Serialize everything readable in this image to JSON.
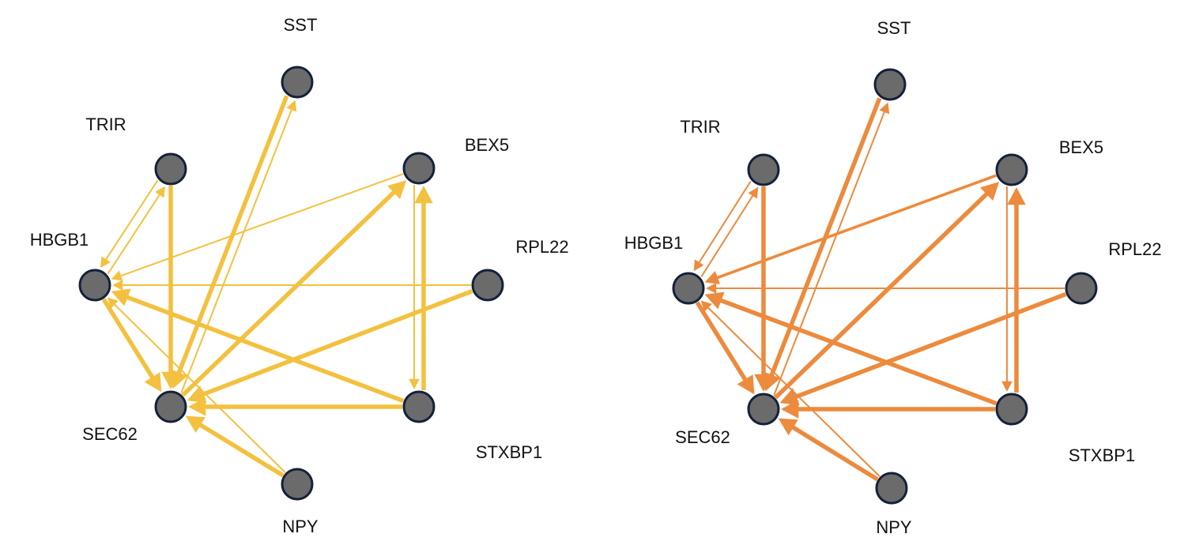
{
  "networks": [
    {
      "id": "left",
      "edge_color": "#f3c13f",
      "nodes": [
        {
          "id": "SST",
          "label": "SST"
        },
        {
          "id": "TRIR",
          "label": "TRIR"
        },
        {
          "id": "BEX5",
          "label": "BEX5"
        },
        {
          "id": "HBGB1",
          "label": "HBGB1"
        },
        {
          "id": "RPL22",
          "label": "RPL22"
        },
        {
          "id": "SEC62",
          "label": "SEC62"
        },
        {
          "id": "STXBP1",
          "label": "STXBP1"
        },
        {
          "id": "NPY",
          "label": "NPY"
        }
      ],
      "edges": [
        {
          "source": "SST",
          "target": "SEC62",
          "weight": "strong"
        },
        {
          "source": "SEC62",
          "target": "SST",
          "weight": "weak"
        },
        {
          "source": "TRIR",
          "target": "SEC62",
          "weight": "strong"
        },
        {
          "source": "TRIR",
          "target": "HBGB1",
          "weight": "weak"
        },
        {
          "source": "HBGB1",
          "target": "TRIR",
          "weight": "weak"
        },
        {
          "source": "HBGB1",
          "target": "SEC62",
          "weight": "strong"
        },
        {
          "source": "BEX5",
          "target": "HBGB1",
          "weight": "weak"
        },
        {
          "source": "SEC62",
          "target": "BEX5",
          "weight": "strong"
        },
        {
          "source": "BEX5",
          "target": "STXBP1",
          "weight": "weak"
        },
        {
          "source": "STXBP1",
          "target": "BEX5",
          "weight": "strong"
        },
        {
          "source": "RPL22",
          "target": "HBGB1",
          "weight": "weak"
        },
        {
          "source": "RPL22",
          "target": "SEC62",
          "weight": "strong"
        },
        {
          "source": "STXBP1",
          "target": "HBGB1",
          "weight": "strong"
        },
        {
          "source": "STXBP1",
          "target": "SEC62",
          "weight": "strong"
        },
        {
          "source": "NPY",
          "target": "SEC62",
          "weight": "strong"
        },
        {
          "source": "NPY",
          "target": "HBGB1",
          "weight": "weak"
        }
      ]
    },
    {
      "id": "right",
      "edge_color": "#ec8a3d",
      "nodes": [
        {
          "id": "SST",
          "label": "SST"
        },
        {
          "id": "TRIR",
          "label": "TRIR"
        },
        {
          "id": "BEX5",
          "label": "BEX5"
        },
        {
          "id": "HBGB1",
          "label": "HBGB1"
        },
        {
          "id": "RPL22",
          "label": "RPL22"
        },
        {
          "id": "SEC62",
          "label": "SEC62"
        },
        {
          "id": "STXBP1",
          "label": "STXBP1"
        },
        {
          "id": "NPY",
          "label": "NPY"
        }
      ],
      "edges": [
        {
          "source": "SST",
          "target": "SEC62",
          "weight": "strong"
        },
        {
          "source": "SEC62",
          "target": "SST",
          "weight": "weak"
        },
        {
          "source": "TRIR",
          "target": "SEC62",
          "weight": "strong"
        },
        {
          "source": "TRIR",
          "target": "HBGB1",
          "weight": "weak"
        },
        {
          "source": "HBGB1",
          "target": "TRIR",
          "weight": "weak"
        },
        {
          "source": "HBGB1",
          "target": "SEC62",
          "weight": "strong"
        },
        {
          "source": "BEX5",
          "target": "HBGB1",
          "weight": "medium"
        },
        {
          "source": "SEC62",
          "target": "BEX5",
          "weight": "strong"
        },
        {
          "source": "BEX5",
          "target": "STXBP1",
          "weight": "weak"
        },
        {
          "source": "STXBP1",
          "target": "BEX5",
          "weight": "strong"
        },
        {
          "source": "RPL22",
          "target": "HBGB1",
          "weight": "weak"
        },
        {
          "source": "RPL22",
          "target": "SEC62",
          "weight": "strong"
        },
        {
          "source": "STXBP1",
          "target": "HBGB1",
          "weight": "strong"
        },
        {
          "source": "STXBP1",
          "target": "SEC62",
          "weight": "strong"
        },
        {
          "source": "NPY",
          "target": "SEC62",
          "weight": "strong"
        },
        {
          "source": "NPY",
          "target": "HBGB1",
          "weight": "weak"
        }
      ]
    }
  ]
}
